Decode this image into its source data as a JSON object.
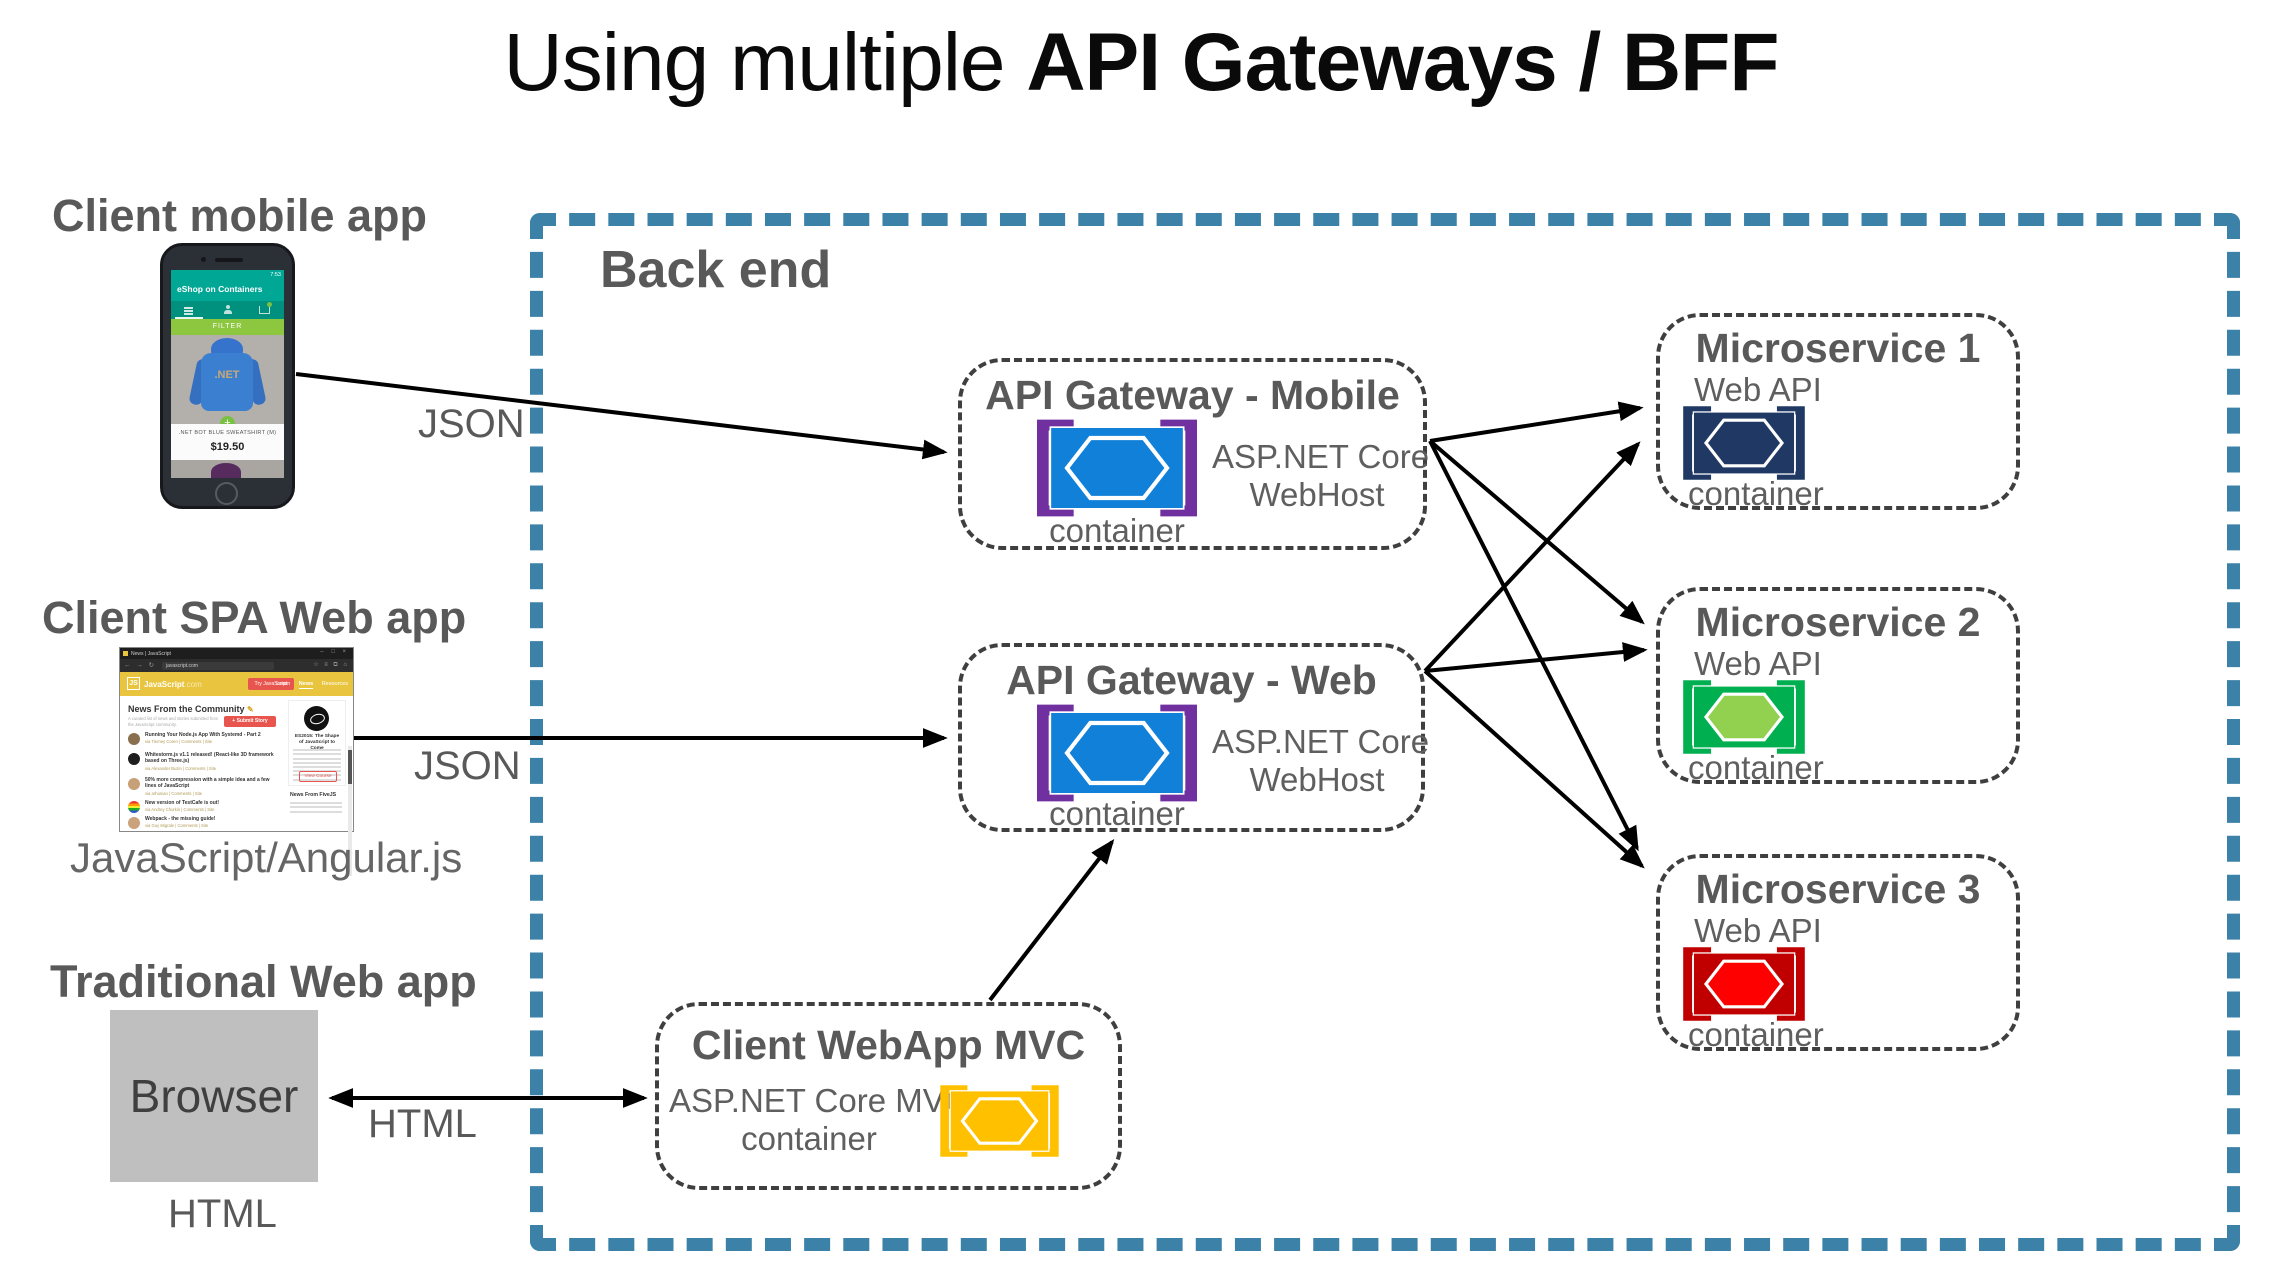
{
  "title": {
    "prefix": "Using multiple ",
    "bold": "API Gateways / BFF"
  },
  "labels": {
    "client_mobile": "Client mobile app",
    "client_spa": "Client SPA Web app",
    "spa_tech": "JavaScript/Angular.js",
    "traditional": "Traditional Web app",
    "browser_box": "Browser",
    "browser_html": "HTML",
    "backend": "Back end",
    "json_mobile": "JSON",
    "json_spa": "JSON",
    "html_arrow": "HTML"
  },
  "gateway_mobile": {
    "title": "API Gateway - Mobile",
    "tech1": "ASP.NET Core",
    "tech2": "WebHost",
    "container": "container"
  },
  "gateway_web": {
    "title": "API Gateway - Web",
    "tech1": "ASP.NET Core",
    "tech2": "WebHost",
    "container": "container"
  },
  "webapp_mvc": {
    "title": "Client WebApp MVC",
    "tech1": "ASP.NET Core MVC",
    "tech2": "container"
  },
  "microservices": [
    {
      "title": "Microservice 1",
      "subtitle": "Web API",
      "container": "container",
      "rect_color": "#1f3864",
      "hex_fill": "#1f3864"
    },
    {
      "title": "Microservice 2",
      "subtitle": "Web API",
      "container": "container",
      "rect_color": "#00b050",
      "hex_fill": "#92d050"
    },
    {
      "title": "Microservice 3",
      "subtitle": "Web API",
      "container": "container",
      "rect_color": "#c00000",
      "hex_fill": "#fe0000"
    }
  ],
  "phone_app": {
    "time": "7:53",
    "header": "eShop on Containers",
    "filter": "FILTER",
    "net": ".NET",
    "product": ".NET BOT BLUE SWEATSHIRT (M)",
    "price": "$19.50"
  },
  "browser_page": {
    "tab": "News | JavaScript",
    "window_buttons": "–  □  ×",
    "nav_glyphs": "←  →  ↻",
    "url": "javascript.com",
    "logo": "JS",
    "site_name": "JavaScript",
    "site_tld": ".com",
    "try_button": "Try JavaScript",
    "nav": [
      "Learn",
      "News",
      "Resources"
    ],
    "heading": "News From the Community",
    "pen_icon": "✎",
    "subheading": "A curated list of news and stories submitted from the JavaScript community.",
    "submit_button": "+ Submit Story",
    "articles": [
      {
        "title": "Running Your Node.js App With Systemd - Part 2",
        "meta": "via Tierney Coren  |  Comments  |  Site"
      },
      {
        "title": "Whitestorm.js v1.1 released! (React-like 3D framework based on Three.js)",
        "meta": "via Alexander Buzin  |  Comments  |  Site"
      },
      {
        "title": "50% more compression with a simple idea and a few lines of JavaScript",
        "meta": "via arhunian  |  Comments  |  Site"
      },
      {
        "title": "New version of TestCafe is out!",
        "meta": "via Andrey Churkin  |  Comments  |  Site"
      },
      {
        "title": "Webpack - the missing guide!",
        "meta": "via Guy Migrale  |  Comments  |  Site"
      }
    ],
    "sidebar_card_title": "ES2015: The Shape of JavaScript to Come",
    "view_course": "View Course",
    "sidebar_heading": "News From FiveJS"
  },
  "colors": {
    "backend_border": "#3b81a8",
    "gateway_blue": "#1180d8",
    "bracket_purple": "#7030a0",
    "mvc_yellow": "#ffc000",
    "ms1_navy": "#1f3864",
    "ms2_green": "#00b050",
    "ms2_hex_fill": "#92d050",
    "ms3_red": "#c00000",
    "ms3_hex_fill": "#fe0000",
    "text_gray": "#595959",
    "box_dash": "#3f3f3f"
  }
}
